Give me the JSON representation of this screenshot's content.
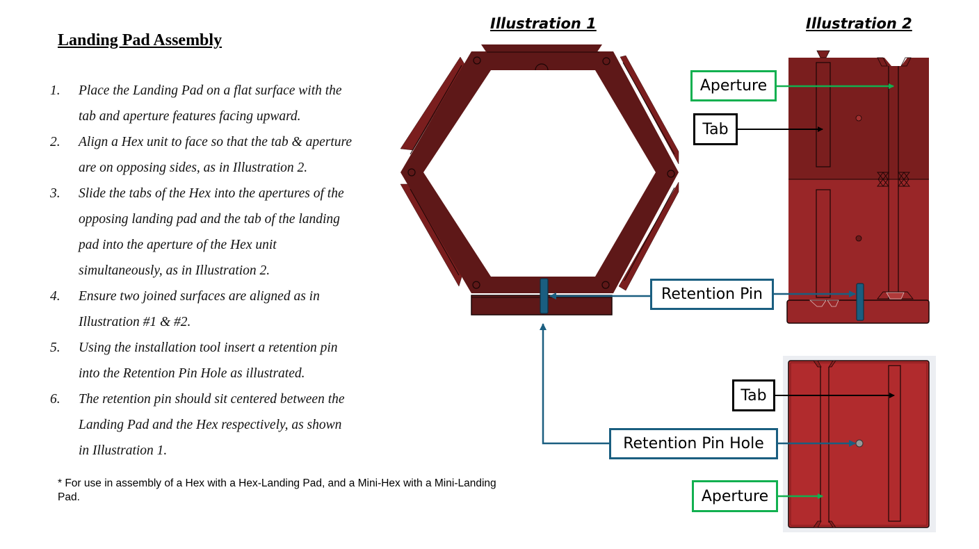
{
  "document": {
    "title": "Landing Pad Assembly",
    "steps": [
      {
        "num": "1.",
        "lines": [
          "Place the Landing Pad on a flat surface with the",
          "tab and aperture features facing upward."
        ]
      },
      {
        "num": "2.",
        "lines": [
          "Align a Hex unit to face so that the tab & aperture",
          "are on opposing sides, as in Illustration 2."
        ]
      },
      {
        "num": "3.",
        "lines": [
          "Slide the tabs of the Hex into the apertures of the",
          "opposing landing pad and the tab of the landing",
          "pad into the aperture of the Hex unit",
          "simultaneously, as in Illustration 2."
        ]
      },
      {
        "num": "4.",
        "lines": [
          "Ensure two joined surfaces are aligned as in",
          "Illustration #1 & #2."
        ]
      },
      {
        "num": "5.",
        "lines": [
          "Using the installation tool insert a retention pin",
          "into the Retention Pin Hole as illustrated."
        ]
      },
      {
        "num": "6.",
        "lines": [
          "The retention pin should sit centered between the",
          "Landing Pad and the Hex respectively, as shown",
          "in Illustration 1."
        ]
      }
    ],
    "footnote": "* For use in assembly of a Hex with a Hex-Landing Pad, and a Mini-Hex with a Mini-Landing Pad."
  },
  "illustrations": {
    "ill1_title": "Illustration 1",
    "ill2_title": "Illustration 2"
  },
  "callouts": {
    "aperture_top": "Aperture",
    "tab_top": "Tab",
    "retention_pin": "Retention Pin",
    "tab_bottom": "Tab",
    "retention_pin_hole": "Retention Pin Hole",
    "aperture_bottom": "Aperture"
  },
  "colors": {
    "hex_dark": "#5e1818",
    "hex_flap": "#7a1e1e",
    "pad_dark": "#7a1e1e",
    "pad_mid": "#992628",
    "pad_bright": "#b12b2d",
    "pin_blue": "#1a5e80",
    "aperture_green": "#12b050"
  }
}
